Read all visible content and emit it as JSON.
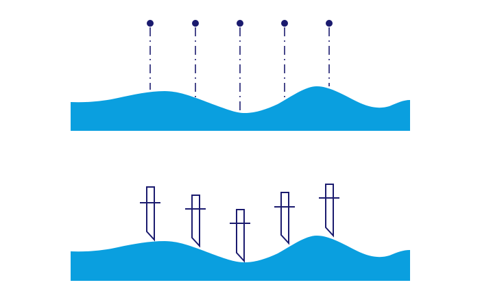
{
  "colors": {
    "background": "#ffffff",
    "water": "#0a9fdf",
    "ink": "#1a1a6e"
  },
  "panels": [
    {
      "id": "top",
      "marker": "dot-on-dashed-line",
      "count": 5
    },
    {
      "id": "bottom",
      "marker": "pin-with-crossbar",
      "count": 5
    }
  ]
}
